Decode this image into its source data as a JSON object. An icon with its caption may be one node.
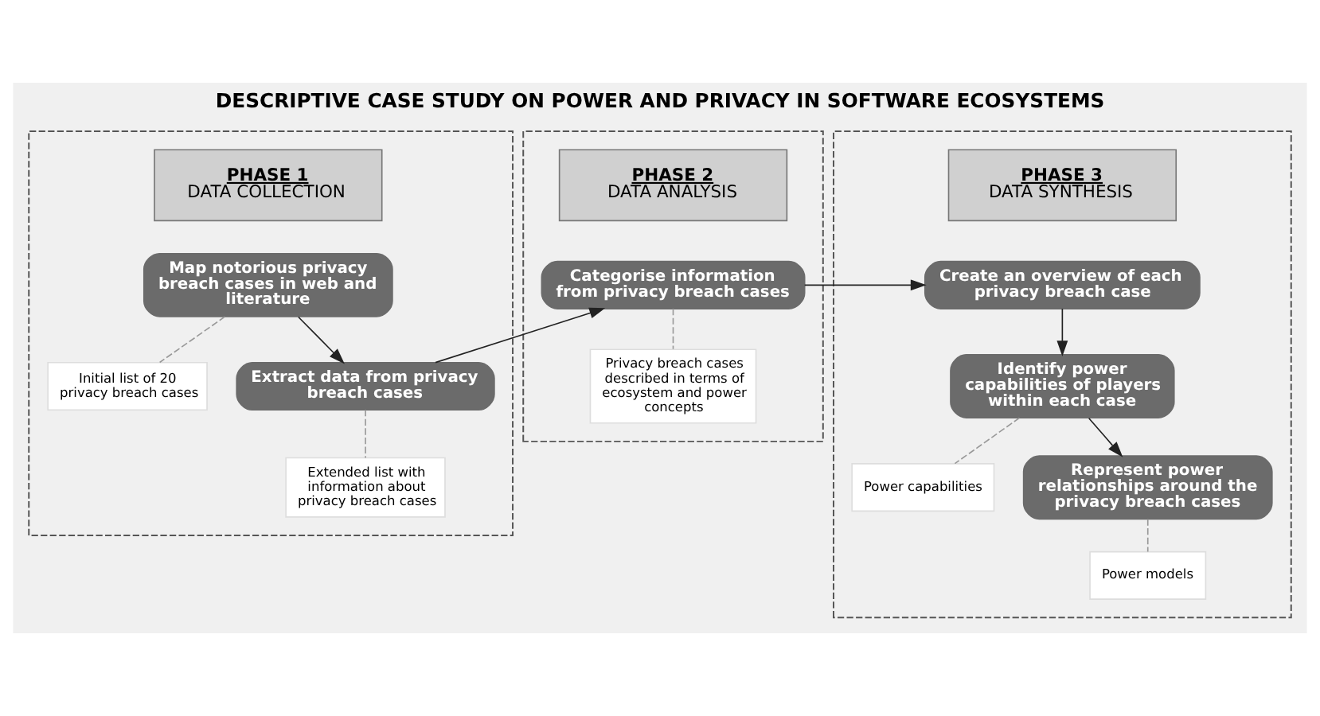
{
  "diagram": {
    "title": "DESCRIPTIVE CASE STUDY ON POWER AND PRIVACY IN SOFTWARE ECOSYSTEMS",
    "nodes": [
      {
        "text": [],
        "shape": "box"
      },
      {
        "text": [
          "PHASE 1",
          "DATA COLLECTION"
        ],
        "in": 0
      },
      {
        "text": [
          "Map notorious privacy breach cases in web and literature"
        ],
        "in": 0
      },
      {
        "text": [
          "Initial list of 20 privacy breach cases"
        ],
        "in": 0
      },
      {
        "text": [
          "Extract data from privacy breach cases"
        ],
        "in": 0
      },
      {
        "text": [
          "Extended list with information about privacy breach cases"
        ],
        "in": 0
      },
      {
        "text": [],
        "shape": "box"
      },
      {
        "text": [
          "PHASE 2",
          "DATA ANALYSIS"
        ],
        "in": 6
      },
      {
        "text": [
          "Categorise information from privacy breach cases"
        ],
        "in": 6
      },
      {
        "text": [
          "Privacy breach cases described in terms of ecosystem and power concepts"
        ],
        "in": 6
      },
      {
        "text": [],
        "shape": "box"
      },
      {
        "text": [
          "PHASE 3",
          "DATA SYNTHESIS"
        ],
        "in": 10
      },
      {
        "text": [
          "Create an overview of each privacy breach case"
        ],
        "in": 10
      },
      {
        "text": [
          "Identify power capabilities of players within each case"
        ],
        "in": 10
      },
      {
        "text": [
          "Power capabilities"
        ],
        "in": 10
      },
      {
        "text": [
          "Represent power relationships around the privacy breach cases"
        ],
        "in": 10
      },
      {
        "text": [
          "Power models"
        ],
        "in": 10
      }
    ],
    "edges": [
      {
        "from": 2,
        "to": 4,
        "arrow": "to"
      },
      {
        "from": 2,
        "to": 3,
        "arrow": "none",
        "style": "dashed",
        "color": "#999999"
      },
      {
        "from": 4,
        "to": 5,
        "arrow": "none",
        "style": "dashed",
        "color": "#999999"
      },
      {
        "from": 4,
        "to": 8,
        "arrow": "to"
      },
      {
        "from": 8,
        "to": 9,
        "arrow": "none",
        "style": "dashed",
        "color": "#999999"
      },
      {
        "from": 8,
        "to": 12,
        "arrow": "to"
      },
      {
        "from": 12,
        "to": 13,
        "arrow": "to"
      },
      {
        "from": 13,
        "to": 14,
        "arrow": "none",
        "style": "dashed",
        "color": "#999999"
      },
      {
        "from": 13,
        "to": 15,
        "arrow": "to"
      },
      {
        "from": 15,
        "to": 16,
        "arrow": "none",
        "style": "dashed",
        "color": "#999999"
      }
    ]
  }
}
